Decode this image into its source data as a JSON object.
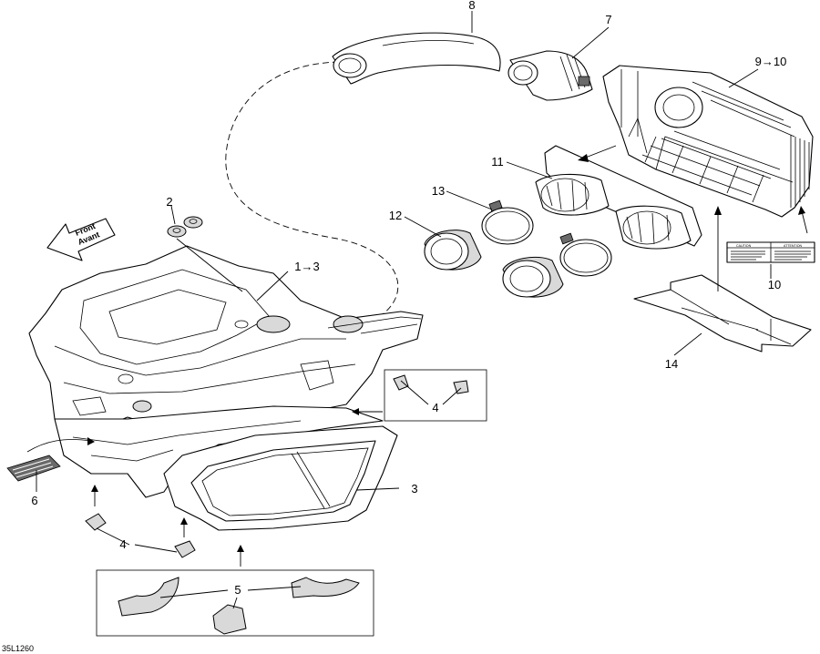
{
  "diagram": {
    "callouts": {
      "c1_3": "1→3",
      "c2": "2",
      "c3": "3",
      "c4_right": "4",
      "c4_left": "4",
      "c5": "5",
      "c6": "6",
      "c7": "7",
      "c8": "8",
      "c9_10": "9→10",
      "c10": "10",
      "c11": "11",
      "c12": "12",
      "c13": "13",
      "c14": "14"
    },
    "front_arrow": {
      "line1": "Front",
      "line2": "Avant"
    },
    "warning_label": {
      "left_heading": "CAUTION",
      "right_heading": "ATTENTION"
    },
    "figure_code": "35L1260"
  }
}
